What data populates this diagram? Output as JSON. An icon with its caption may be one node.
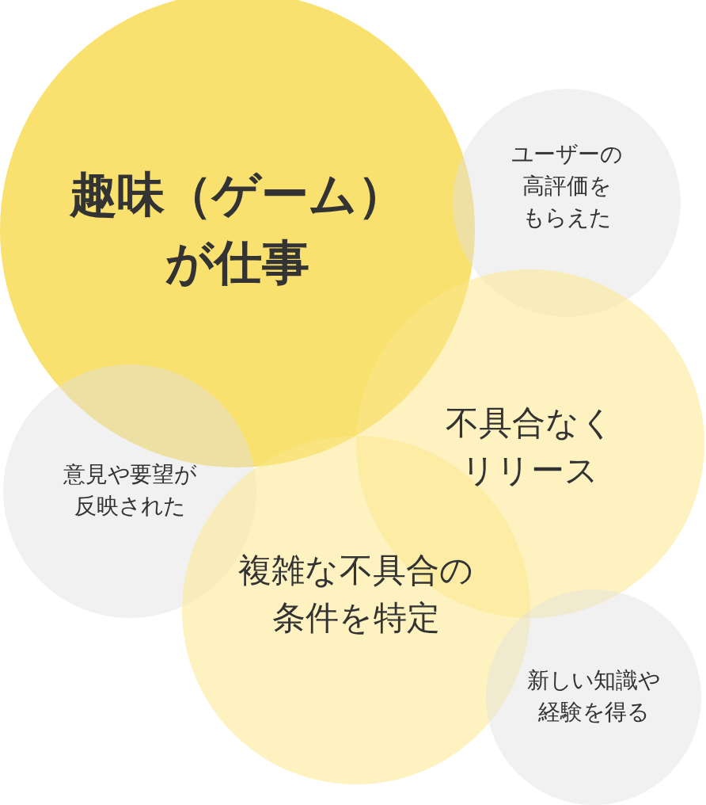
{
  "diagram": {
    "nodes": [
      {
        "text": [
          "趣味（ゲーム）が仕事"
        ]
      },
      {
        "text": [
          "ユーザーの高評価をもらえた"
        ]
      },
      {
        "text": [
          "不具合なくリリース"
        ]
      },
      {
        "text": [
          "意見や要望が反映された"
        ]
      },
      {
        "text": [
          "複雑な不具合の条件を特定"
        ]
      },
      {
        "text": [
          "新しい知識や経験を得る"
        ]
      }
    ]
  }
}
